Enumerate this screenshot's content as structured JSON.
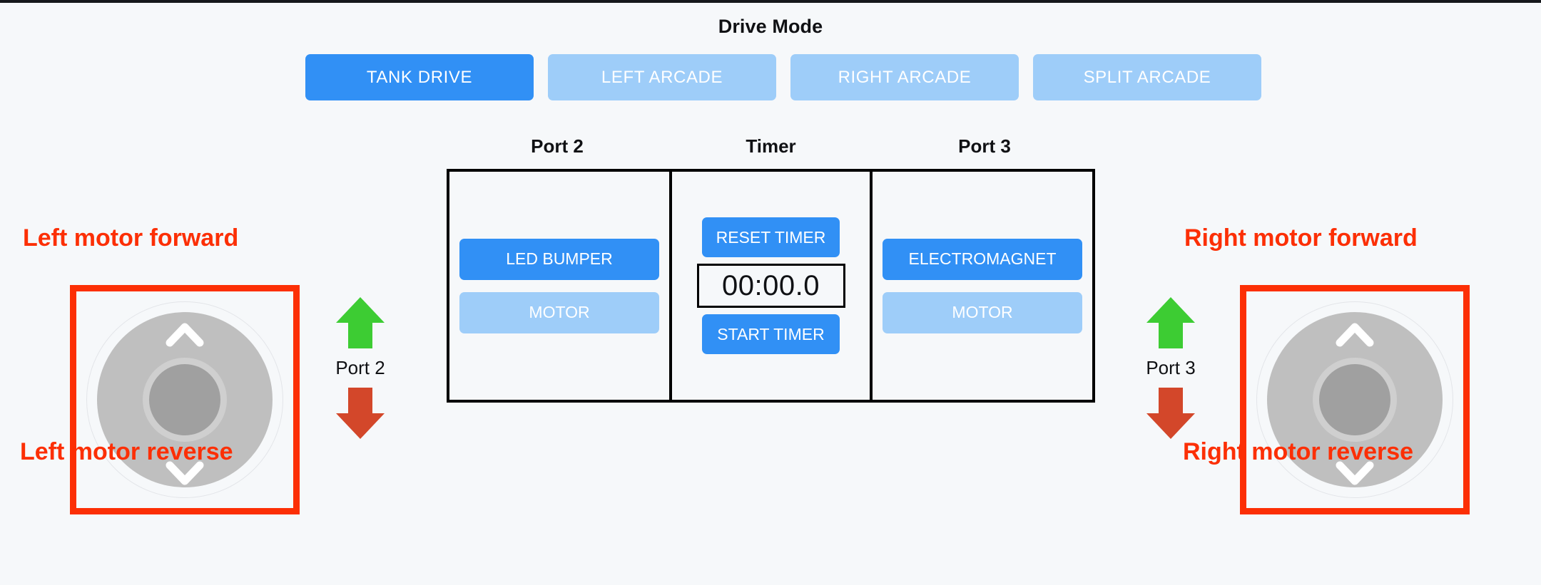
{
  "drive_mode": {
    "title": "Drive Mode",
    "buttons": [
      {
        "label": "TANK DRIVE",
        "state": "active"
      },
      {
        "label": "LEFT ARCADE",
        "state": "inactive"
      },
      {
        "label": "RIGHT ARCADE",
        "state": "inactive"
      },
      {
        "label": "SPLIT ARCADE",
        "state": "inactive"
      }
    ]
  },
  "panels": {
    "port2": {
      "heading": "Port 2",
      "primary_label": "LED BUMPER",
      "secondary_label": "MOTOR"
    },
    "timer": {
      "heading": "Timer",
      "reset_label": "RESET TIMER",
      "display": "00:00.0",
      "start_label": "START TIMER"
    },
    "port3": {
      "heading": "Port 3",
      "primary_label": "ELECTROMAGNET",
      "secondary_label": "MOTOR"
    }
  },
  "joysticks": {
    "left": {
      "annotation_top": "Left motor forward",
      "annotation_bottom": "Left motor reverse",
      "up_icon": "chevron-up-icon",
      "down_icon": "chevron-down-icon"
    },
    "right": {
      "annotation_top": "Right motor forward",
      "annotation_bottom": "Right motor reverse",
      "up_icon": "chevron-up-icon",
      "down_icon": "chevron-down-icon"
    }
  },
  "port_indicators": {
    "left": {
      "label": "Port 2",
      "up_icon": "arrow-up-icon",
      "down_icon": "arrow-down-icon"
    },
    "right": {
      "label": "Port 3",
      "up_icon": "arrow-up-icon",
      "down_icon": "arrow-down-icon"
    }
  },
  "colors": {
    "background": "#f6f8fa",
    "accent_active": "#3190f5",
    "accent_inactive": "#9ecdf9",
    "annotation_red": "#fc2f05",
    "arrow_up_green": "#3dcc33",
    "arrow_down_red": "#d3472a",
    "joystick_base": "#bfbfbf",
    "joystick_knob": "#a0a0a0",
    "panel_border": "#000000",
    "text": "#101114"
  }
}
